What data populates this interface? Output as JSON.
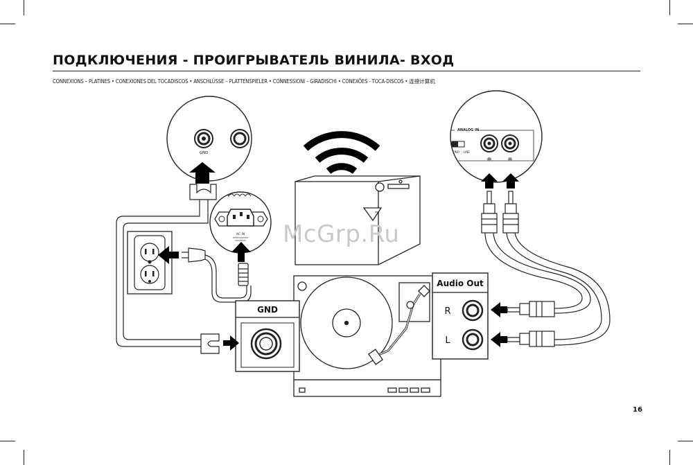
{
  "page": {
    "title": "ПОДКЛЮЧЕНИЯ - ПРОИГРЫВАТЕЛЬ ВИНИЛА- ВХОД",
    "subtitle": "CONNEXIONS – PLATINES  • CONEXIONES DEL TOCADISCOS   •  ANSCHLÜSSE – PLATTENSPIELER  • CONNESSIONI – GIRADISCHI  •  CONEXÕES - TOCA-DISCOS   • 连接计算机",
    "page_number": "16",
    "watermark": "McGrp.Ru"
  },
  "diagram": {
    "gnd_callout_label": "GND",
    "ac_callout_label": "AC IN",
    "analog_in_label": "ANALOG IN",
    "mono_label": "MONO",
    "line_label": "LINE",
    "turntable_gnd_label": "GND",
    "audio_out_label": "Audio Out",
    "right_channel_label": "R",
    "left_channel_label": "L"
  }
}
